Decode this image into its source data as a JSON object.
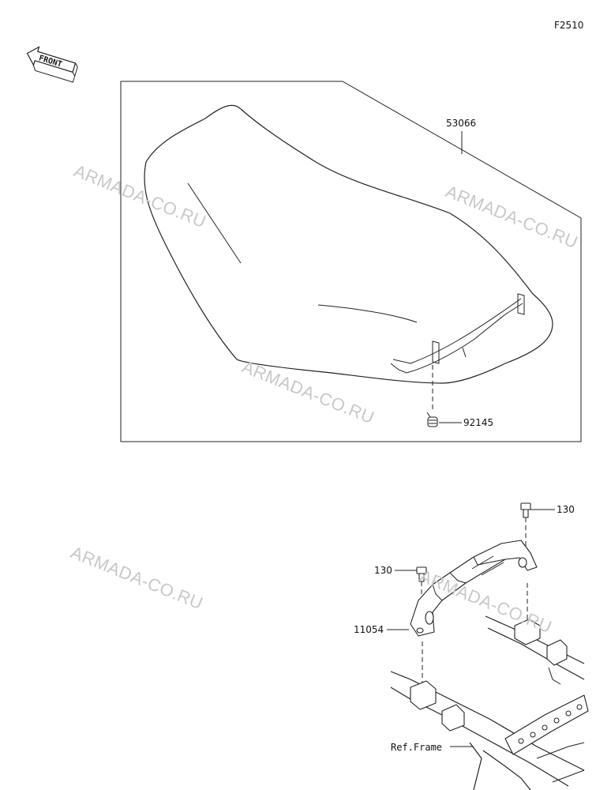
{
  "diagram_code": "F2510",
  "front_indicator": "FRONT",
  "watermark": "ARMADA-CO.RU",
  "parts": {
    "seat": "53066",
    "seat_spring": "92145",
    "bolt_right": "130",
    "bolt_left": "130",
    "bracket": "11054",
    "frame_ref": "Ref.Frame"
  }
}
